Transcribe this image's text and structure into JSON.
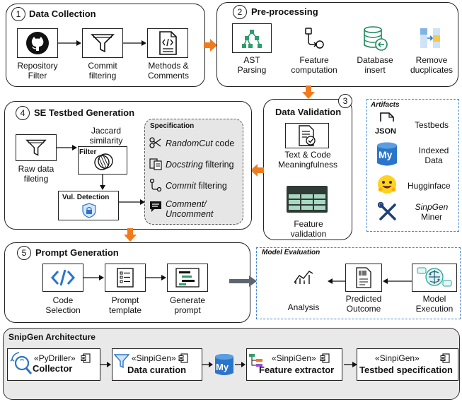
{
  "panels": {
    "data_collection": {
      "num": "1",
      "title": "Data Collection",
      "items": [
        {
          "label": "Repository\nFilter"
        },
        {
          "label": "Commit\nfiltering"
        },
        {
          "label": "Methods &\nComments"
        }
      ]
    },
    "preprocessing": {
      "num": "2",
      "title": "Pre-processing",
      "items": [
        {
          "label": "AST\nParsing"
        },
        {
          "label": "Feature\ncomputation"
        },
        {
          "label": "Database\ninsert"
        },
        {
          "label": "Remove\nducplicates"
        }
      ]
    },
    "data_validation": {
      "num": "3",
      "title": "Data Validation",
      "items": [
        {
          "label": "Text & Code\nMeaningfulness"
        },
        {
          "label": "Feature\nvalidation"
        }
      ]
    },
    "se_testbed": {
      "num": "4",
      "title": "SE Testbed Generation",
      "raw": "Raw data\nfileting",
      "jaccard": "Jaccard\nsimilarity",
      "filter": "Filter",
      "vul": "Vul. Detection",
      "spec_title": "Specification",
      "spec_items": [
        {
          "em": "RandomCut",
          "rest": " code"
        },
        {
          "em": "Docstring",
          "rest": " filtering"
        },
        {
          "em": "Commit",
          "rest": " filtering"
        },
        {
          "em": "Comment/\nUncomment",
          "rest": ""
        }
      ]
    },
    "prompt_generation": {
      "num": "5",
      "title": "Prompt Generation",
      "items": [
        {
          "label": "Code\nSelection"
        },
        {
          "label": "Prompt\ntemplate"
        },
        {
          "label": "Generate\nprompt"
        }
      ]
    },
    "artifacts": {
      "title": "Artifacts",
      "items": [
        {
          "label": "Testbeds",
          "icon_text": "JSON"
        },
        {
          "label": "Indexed\nData",
          "icon_text": "My"
        },
        {
          "label": "Hugginface"
        },
        {
          "label_em": "SinpGen",
          "label": "Miner"
        }
      ]
    },
    "model_eval": {
      "title": "Model Evaluation",
      "items": [
        {
          "label": "Analysis"
        },
        {
          "label": "Predicted\nOutcome"
        },
        {
          "label": "Model\nExecution"
        }
      ]
    },
    "architecture": {
      "title": "SnipGen Architecture",
      "components": [
        {
          "stereo": "«PyDriller»",
          "name": "Collector"
        },
        {
          "stereo": "«SinpiGen»",
          "name": "Data curation"
        },
        {
          "stereo": "«SinpiGen»",
          "name": "Feature extractor"
        },
        {
          "stereo": "«SinpiGen»",
          "name": "Testbed specification"
        }
      ],
      "db_text": "My"
    }
  },
  "colors": {
    "orange": "#f07b1d",
    "blue": "#2a75c9",
    "green": "#2e9e6a",
    "teal": "#26a69a",
    "gray_arrow": "#5d6670",
    "dashed_border": "#3d86d4"
  }
}
